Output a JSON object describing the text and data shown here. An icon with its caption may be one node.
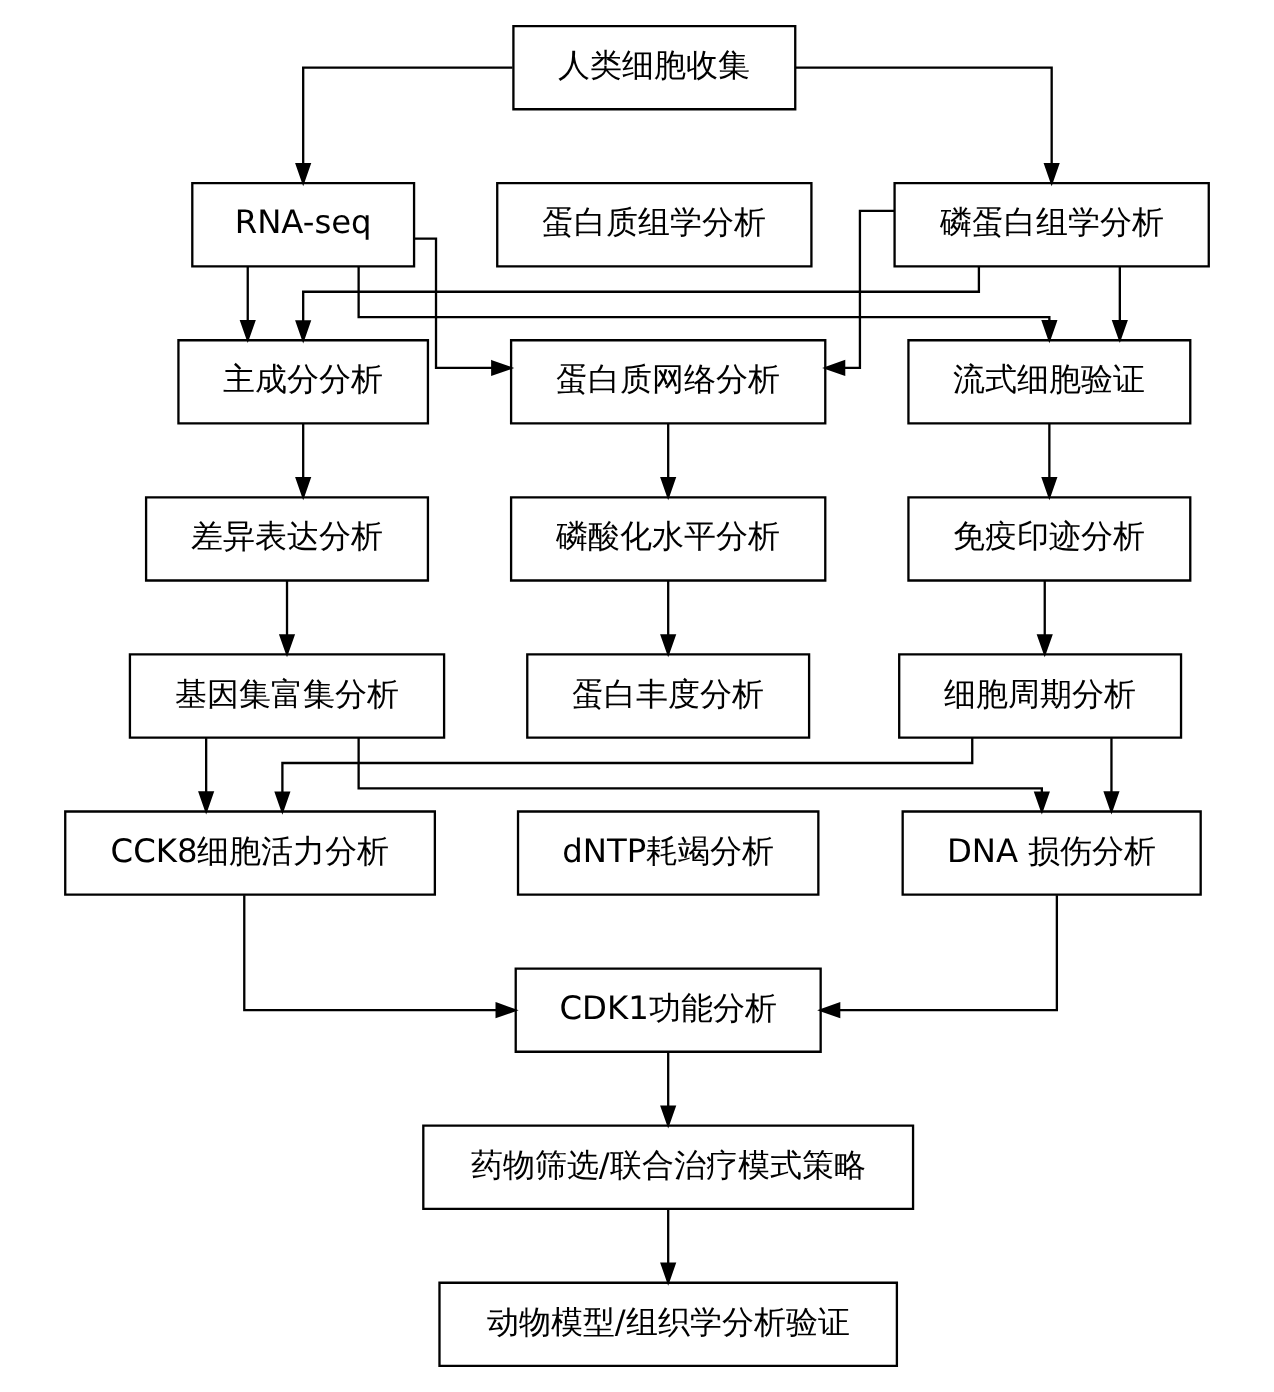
{
  "diagram": {
    "nodes": [
      {
        "text": [
          "人类细胞收集"
        ]
      },
      {
        "text": [
          "RNA-seq"
        ]
      },
      {
        "text": [
          "蛋白质组学分析"
        ]
      },
      {
        "text": [
          "磷蛋白组学分析"
        ]
      },
      {
        "text": [
          "主成分分析"
        ]
      },
      {
        "text": [
          "蛋白质网络分析"
        ]
      },
      {
        "text": [
          "流式细胞验证"
        ]
      },
      {
        "text": [
          "差异表达分析"
        ]
      },
      {
        "text": [
          "磷酸化水平分析"
        ]
      },
      {
        "text": [
          "免疫印迹分析"
        ]
      },
      {
        "text": [
          "基因集富集分析"
        ]
      },
      {
        "text": [
          "蛋白丰度分析"
        ]
      },
      {
        "text": [
          "细胞周期分析"
        ]
      },
      {
        "text": [
          "CCK8细胞活力分析"
        ]
      },
      {
        "text": [
          "dNTP耗竭分析"
        ]
      },
      {
        "text": [
          "DNA 损伤分析"
        ]
      },
      {
        "text": [
          "CDK1功能分析"
        ]
      },
      {
        "text": [
          "药物筛选/联合治疗模式策略"
        ]
      },
      {
        "text": [
          "动物模型/组织学分析验证"
        ]
      }
    ],
    "edges": [
      {
        "from": 0,
        "to": 1,
        "arrow": "to"
      },
      {
        "from": 0,
        "to": 3,
        "arrow": "to"
      },
      {
        "from": 1,
        "to": 4,
        "arrow": "to"
      },
      {
        "from": 1,
        "to": 5,
        "arrow": "to"
      },
      {
        "from": 1,
        "to": 6,
        "arrow": "to"
      },
      {
        "from": 3,
        "to": 4,
        "arrow": "to"
      },
      {
        "from": 3,
        "to": 5,
        "arrow": "to"
      },
      {
        "from": 3,
        "to": 6,
        "arrow": "to"
      },
      {
        "from": 4,
        "to": 7,
        "arrow": "to"
      },
      {
        "from": 7,
        "to": 10,
        "arrow": "to"
      },
      {
        "from": 5,
        "to": 8,
        "arrow": "to"
      },
      {
        "from": 8,
        "to": 11,
        "arrow": "to"
      },
      {
        "from": 6,
        "to": 9,
        "arrow": "to"
      },
      {
        "from": 9,
        "to": 12,
        "arrow": "to"
      },
      {
        "from": 10,
        "to": 13,
        "arrow": "to"
      },
      {
        "from": 10,
        "to": 15,
        "arrow": "to"
      },
      {
        "from": 12,
        "to": 13,
        "arrow": "to"
      },
      {
        "from": 12,
        "to": 15,
        "arrow": "to"
      },
      {
        "from": 13,
        "to": 16,
        "arrow": "to"
      },
      {
        "from": 15,
        "to": 16,
        "arrow": "to"
      },
      {
        "from": 16,
        "to": 17,
        "arrow": "to"
      },
      {
        "from": 17,
        "to": 18,
        "arrow": "to"
      }
    ]
  }
}
